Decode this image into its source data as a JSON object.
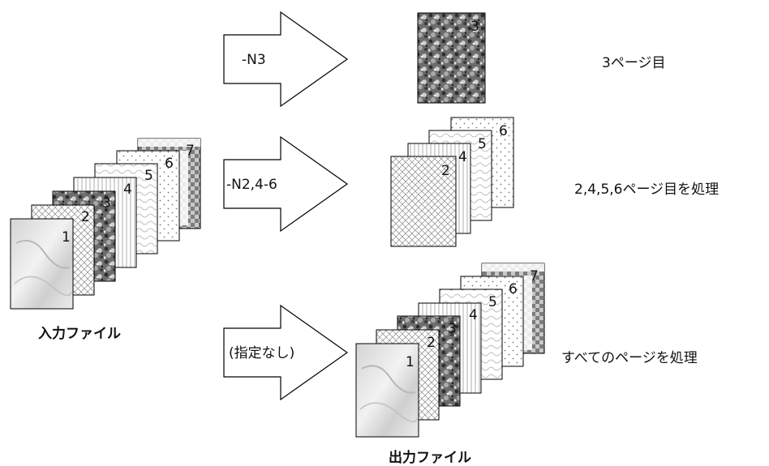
{
  "input_label": "入力ファイル",
  "output_label": "出力ファイル",
  "page_numbers": {
    "p1": "1",
    "p2": "2",
    "p3": "3",
    "p4": "4",
    "p5": "5",
    "p6": "6",
    "p7": "7"
  },
  "rows": [
    {
      "option": "-N3",
      "result": "3ページ目"
    },
    {
      "option": "-N2,4-6",
      "result": "2,4,5,6ページ目を処理"
    },
    {
      "option": "(指定なし)",
      "result": "すべてのページを処理"
    }
  ]
}
